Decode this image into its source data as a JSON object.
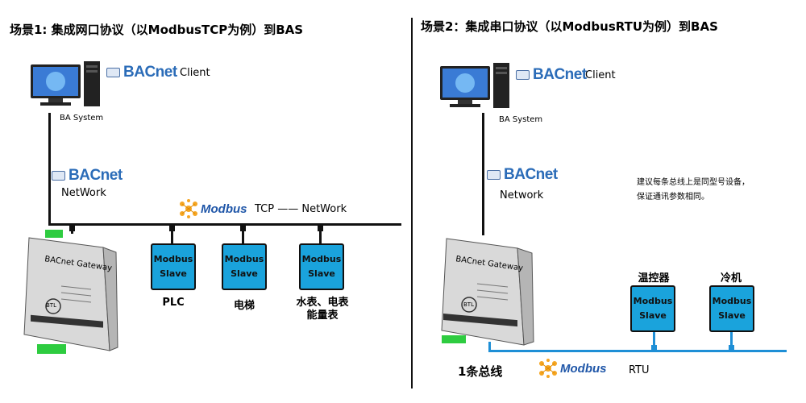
{
  "left": {
    "title": "场景1: 集成网口协议（以ModbusTCP为例）到BAS",
    "client_label": "Client",
    "bacnet_text": "BACnet",
    "ba_system": "BA System",
    "network_label": "NetWork",
    "tcp_label": "TCP  —— NetWork",
    "modbus_word": "Modbus",
    "gateway_title": "BACnet Gateway",
    "gateway_badge": "BTL",
    "slaves": [
      {
        "line1": "Modbus",
        "line2": "Slave",
        "label": "PLC"
      },
      {
        "line1": "Modbus",
        "line2": "Slave",
        "label": "电梯"
      },
      {
        "line1": "Modbus",
        "line2": "Slave",
        "label": "水表、电表\n能量表"
      }
    ]
  },
  "right": {
    "title": "场景2：集成串口协议（以ModbusRTU为例）到BAS",
    "client_label": "Client",
    "bacnet_text": "BACnet",
    "ba_system": "BA System",
    "network_label": "Network",
    "note_line1": "建议每条总线上是同型号设备，",
    "note_line2": "保证通讯参数相同。",
    "bus_label": "1条总线",
    "modbus_word": "Modbus",
    "rtu_label": "RTU",
    "gateway_title": "BACnet Gateway",
    "gateway_badge": "BTL",
    "slaves": [
      {
        "line1": "Modbus",
        "line2": "Slave",
        "label": "温控器"
      },
      {
        "line1": "Modbus",
        "line2": "Slave",
        "label": "冷机"
      }
    ]
  },
  "colors": {
    "modbus_box": "#1aa3dc",
    "rtu_bus": "#1e8fd6",
    "bacnet_blue": "#2b6cb8",
    "terminal_green": "#2ecc40"
  }
}
